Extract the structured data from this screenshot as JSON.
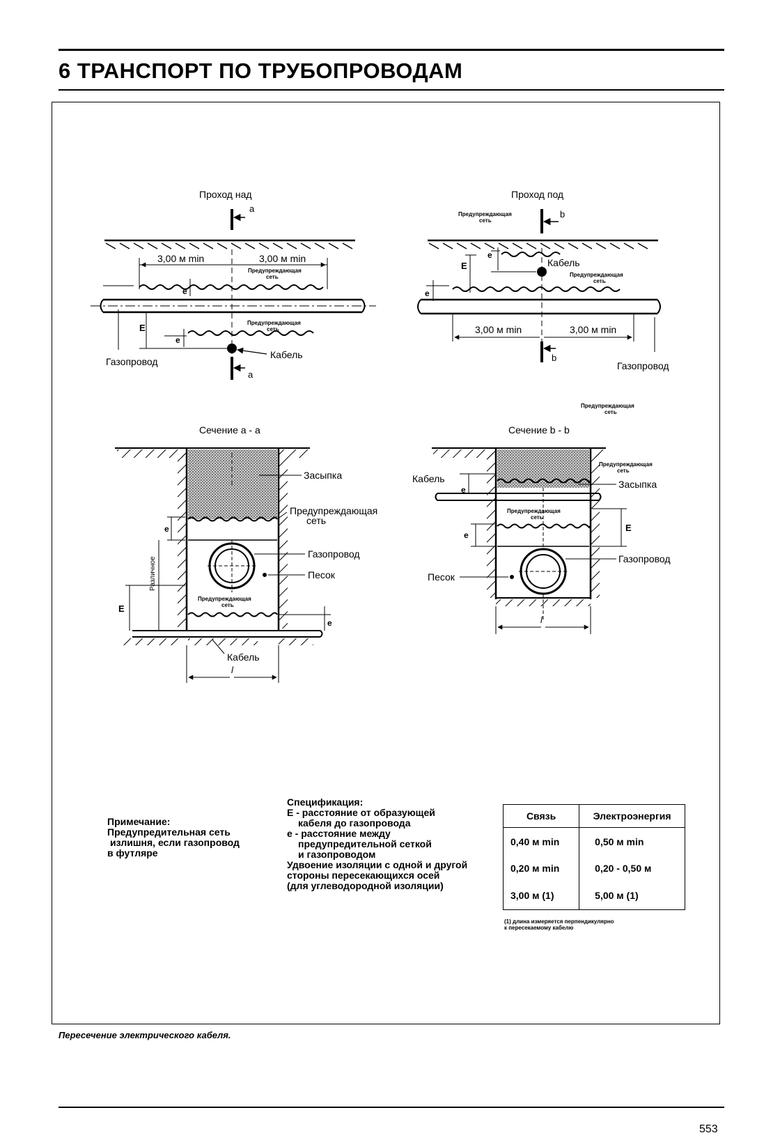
{
  "header": {
    "title": "6 ТРАНСПОРТ ПО ТРУБОПРОВОДАМ"
  },
  "diagram": {
    "over": {
      "title": "Проход над",
      "dim_left": "3,00 м min",
      "dim_right": "3,00 м min",
      "net_top": "Предупреждающая\nсеть",
      "net_bottom": "Предупреждающая\nсеть",
      "label_E": "E",
      "label_e_top": "e",
      "label_e_bottom": "e",
      "pipe": "Газопровод",
      "cable": "Кабель",
      "section_top": "a",
      "section_bottom": "a"
    },
    "under": {
      "title": "Проход под",
      "net_top": "Предупреждающая\nсеть",
      "net_bottom": "Предупреждающая\nсеть",
      "label_E": "E",
      "label_e_top": "e",
      "label_e_pipe": "e",
      "cable": "Кабель",
      "dim_left": "3,00 м min",
      "dim_right": "3,00 м min",
      "pipe": "Газопровод",
      "section_top": "b",
      "section_bottom": "b"
    },
    "floating_note": "Предупреждающая\nсеть",
    "section_aa": {
      "title": "Сечение a - a",
      "backfill": "Засыпка",
      "net_top": "Предупреждающая\nсеть",
      "pipe": "Газопровод",
      "sand": "Песок",
      "net_bottom": "Предупреждающая\nсеть",
      "cable": "Кабель",
      "label_e": "e",
      "label_e2": "e",
      "label_E": "E",
      "vertical": "Различное",
      "width": "l"
    },
    "section_bb": {
      "title": "Сечение b - b",
      "net_top": "Предупреждающая\nсеть",
      "backfill": "Засыпка",
      "cable": "Кабель",
      "net_mid": "Предупреждающая\nсеть",
      "pipe": "Газопровод",
      "sand": "Песок",
      "label_e": "e",
      "label_e2": "e",
      "label_E": "E",
      "width": "l"
    }
  },
  "notes": {
    "remark_title": "Примечание:",
    "remark_lines": [
      "Предупредительная сеть",
      "излишня, если газопровод",
      "в футляре"
    ],
    "spec_title": "Спецификация:",
    "spec_lines": [
      "E - расстояние от образующей",
      "     кабеля до газопровода",
      "e - расстояние между",
      "     предупредительной сеткой",
      "     и газопроводом",
      "Удвоение изоляции с одной и другой",
      "стороны пересекающихся осей",
      "(для углеводородной изоляции)"
    ]
  },
  "table": {
    "headers": [
      "Связь",
      "Электроэнергия"
    ],
    "rows": [
      [
        "0,40 м min",
        "0,50 м min"
      ],
      [
        "0,20 м min",
        "0,20 - 0,50 м"
      ],
      [
        "3,00 м (1)",
        "5,00 м (1)"
      ]
    ],
    "footnote_1": "(1) длина измеряется перпендикулярно",
    "footnote_2": "к пересекаемому кабелю"
  },
  "caption": "Пересечение электрического кабеля.",
  "page_number": "553"
}
